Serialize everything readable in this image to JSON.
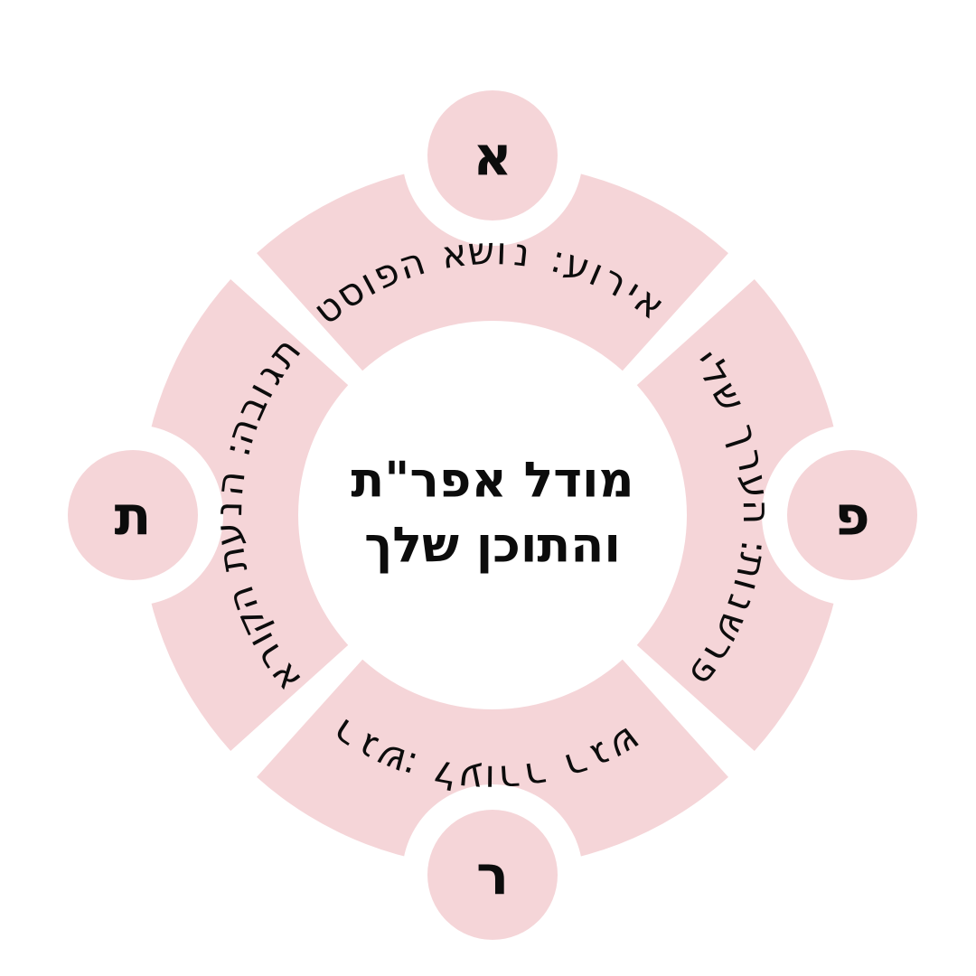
{
  "diagram": {
    "title": {
      "line1": "מודל אפר\"ת",
      "line2": "והתוכן שלך"
    },
    "segments": [
      {
        "position": "top",
        "letter": "א",
        "label": "אירוע: נושא הפוסט"
      },
      {
        "position": "right",
        "letter": "פ",
        "label": "פרשנות: הערך שלי"
      },
      {
        "position": "bottom",
        "letter": "ר",
        "label": "רגש: לעורר רגש"
      },
      {
        "position": "left",
        "letter": "ת",
        "label": "תגובה: הנעת הקורא"
      }
    ],
    "colors": {
      "segment_pink": "#f5d5d8",
      "text_black": "#0c0c0c",
      "background": "#ffffff"
    }
  }
}
